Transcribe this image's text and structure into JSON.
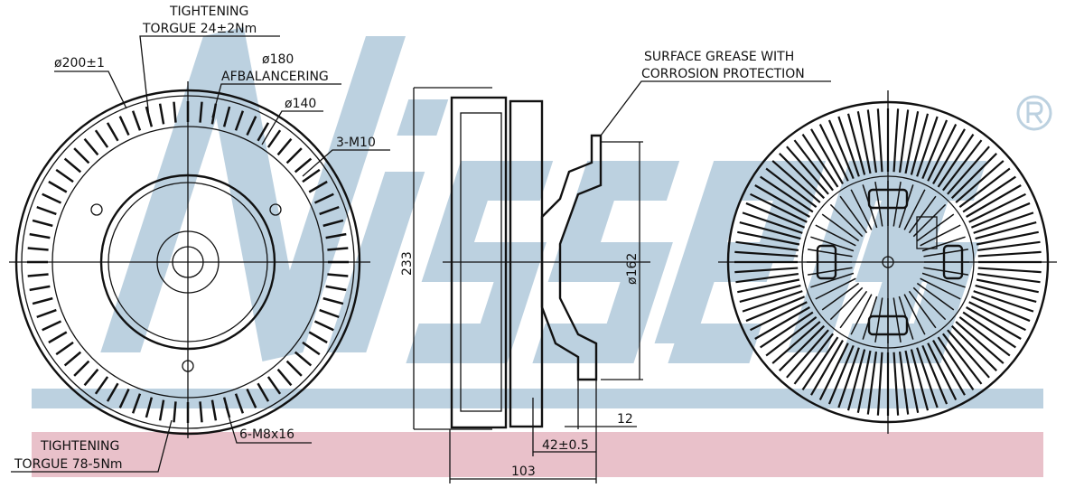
{
  "logo": {
    "text": "Nissens",
    "registered_mark": "®"
  },
  "colors": {
    "watermark_blue": "#bcd1e0",
    "band_blue": "#bcd1e0",
    "band_pink": "#e9c1ca",
    "line": "#111111"
  },
  "front_view": {
    "torque_top_line1": "TIGHTENING",
    "torque_top_line2": "TORGUE 24±2Nm",
    "dia_200": "ø200±1",
    "dia_180": "ø180",
    "balancing": "AFBALANCERING",
    "dia_140": "ø140",
    "thread_3": "3-M10",
    "bolts_6": "6-M8x16",
    "torque_bottom_line1": "TIGHTENING",
    "torque_bottom_line2": "TORGUE 78-5Nm"
  },
  "side_view": {
    "grease_line1": "SURFACE GREASE WITH",
    "grease_line2": "CORROSION PROTECTION",
    "height": "233",
    "dia_162": "ø162",
    "dim_12": "12",
    "dim_42": "42±0.5",
    "dim_103": "103"
  }
}
